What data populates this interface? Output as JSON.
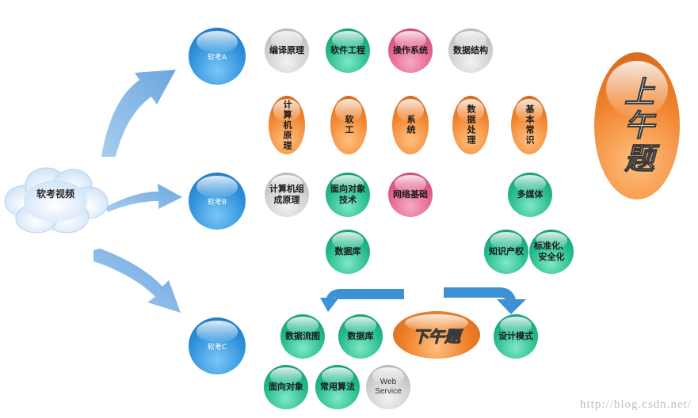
{
  "root": {
    "label": "软考视频"
  },
  "groups": {
    "a": {
      "label": "软考A"
    },
    "b": {
      "label": "软考B"
    },
    "c": {
      "label": "软考C"
    }
  },
  "row_a": [
    "编译原理",
    "软件工程",
    "操作系统",
    "数据结构"
  ],
  "row_a2": [
    "计算机原理",
    "软工",
    "系统",
    "数据处理",
    "基本常识"
  ],
  "row_b": [
    "计算机组成原理",
    "面向对象技术",
    "网络基础",
    "多媒体"
  ],
  "row_b2": [
    "数据库",
    "知识产权",
    "标准化、安全化"
  ],
  "row_c": [
    "数据流图",
    "数据库",
    "设计模式"
  ],
  "row_c2": [
    "面向对象",
    "常用算法",
    "Web Service"
  ],
  "morning": {
    "label": "上午题"
  },
  "afternoon": {
    "label": "下午题"
  },
  "watermark": "http://blog.csdn.net/",
  "colors": {
    "blue": "#2f92dc",
    "gray": "#cfcfcf",
    "green": "#22b98b",
    "pink": "#e3628f",
    "orange": "#f0822c",
    "arrow": "#4a97d8"
  }
}
